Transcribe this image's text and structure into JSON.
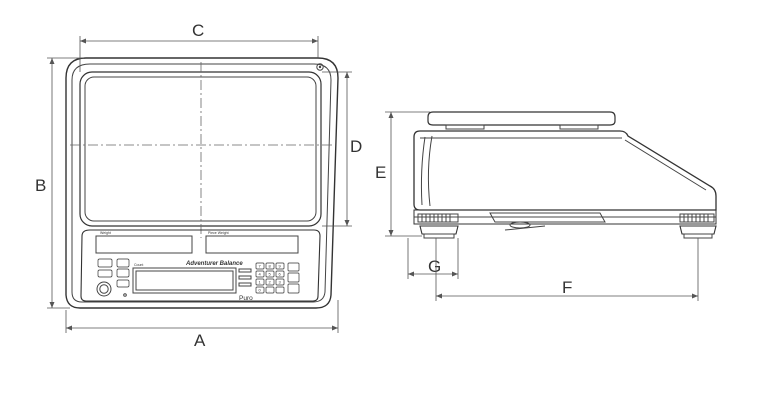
{
  "dimension_labels": {
    "a": "A",
    "b": "B",
    "c": "C",
    "d": "D",
    "e": "E",
    "f": "F",
    "g": "G"
  },
  "front_view": {
    "display_left_label": "Weight",
    "display_right_label": "Piece Weight",
    "count_label": "Count",
    "brand": "Adventurer Balance",
    "model": "Puro",
    "keypad": [
      "7",
      "8",
      "9",
      "4",
      "5",
      "6",
      "1",
      "2",
      "3",
      "0",
      "."
    ]
  }
}
